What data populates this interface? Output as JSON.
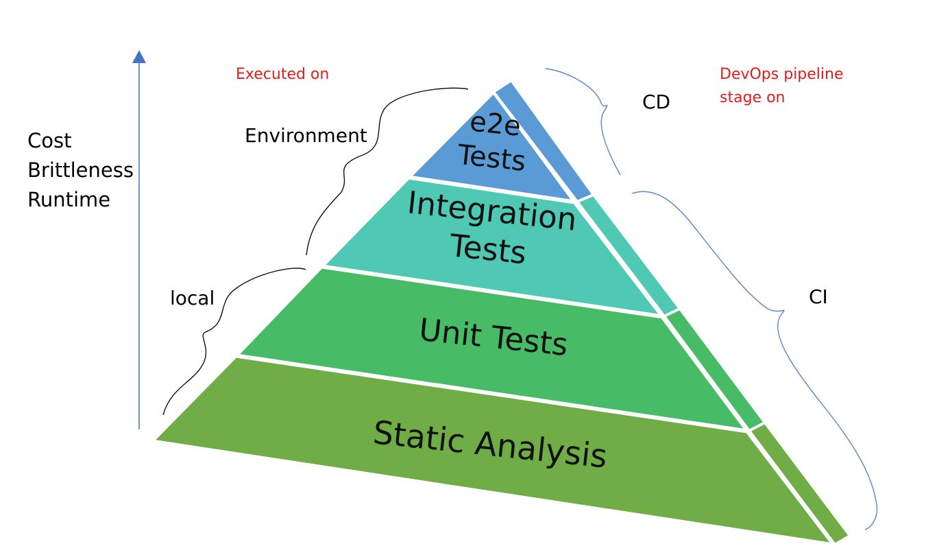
{
  "axis": {
    "lines": [
      "Cost",
      "Brittleness",
      "Runtime"
    ],
    "color": "#4472c4"
  },
  "annotations": {
    "executed_on": "Executed on",
    "environment": "Environment",
    "local": "local",
    "devops_line1": "DevOps pipeline",
    "devops_line2": "stage on",
    "cd": "CD",
    "ci": "CI"
  },
  "layers": [
    {
      "id": "e2e",
      "line1": "e2e",
      "line2": "Tests",
      "color": "#5b9bd5"
    },
    {
      "id": "integration",
      "line1": "Integration",
      "line2": "Tests",
      "color": "#4fc9b4"
    },
    {
      "id": "unit",
      "line1": "Unit Tests",
      "color": "#47bb66"
    },
    {
      "id": "static",
      "line1": "Static Analysis",
      "color": "#70ad47"
    }
  ],
  "colors": {
    "annotation_red": "#e31b1b",
    "brace_black": "#111111",
    "brace_blue": "#5b84c4"
  }
}
